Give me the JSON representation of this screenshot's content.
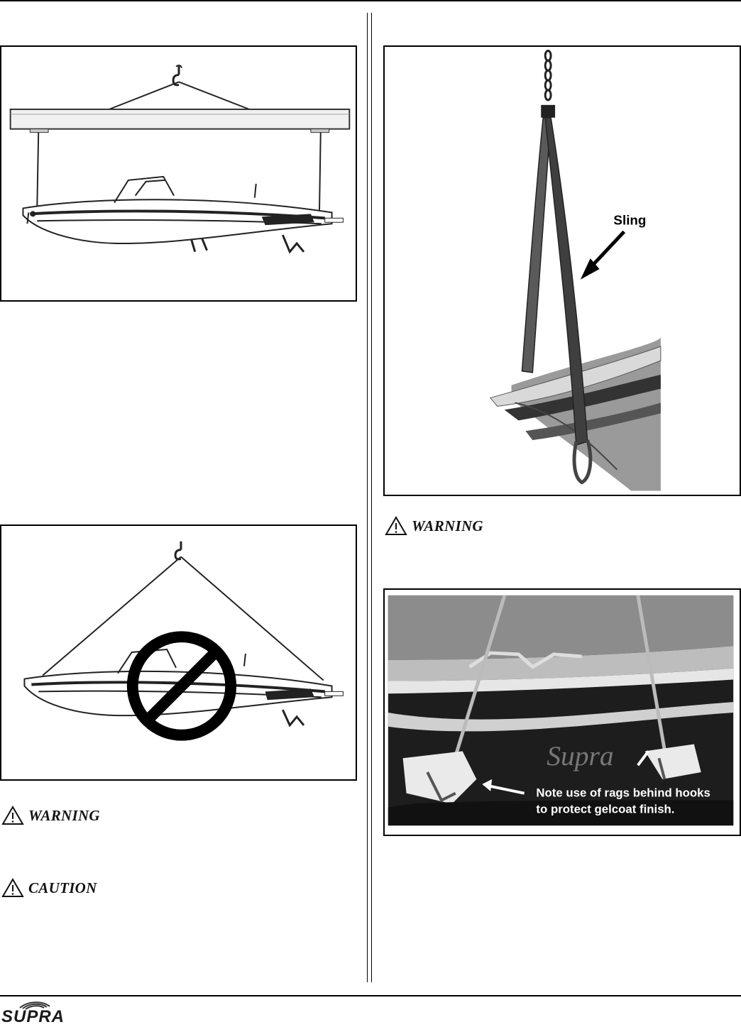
{
  "figures": {
    "sling_photo": {
      "label": "Sling"
    },
    "hooks_photo": {
      "note_line1": "Note use of rags behind hooks",
      "note_line2": "to protect gelcoat finish."
    }
  },
  "notices": {
    "warning_left": "WARNING",
    "caution_left": "CAUTION",
    "warning_right": "WARNING"
  },
  "footer": {
    "logo_text": "SUPRA"
  },
  "icons": {
    "warning": "warning-triangle-icon",
    "prohibited": "prohibition-icon"
  }
}
